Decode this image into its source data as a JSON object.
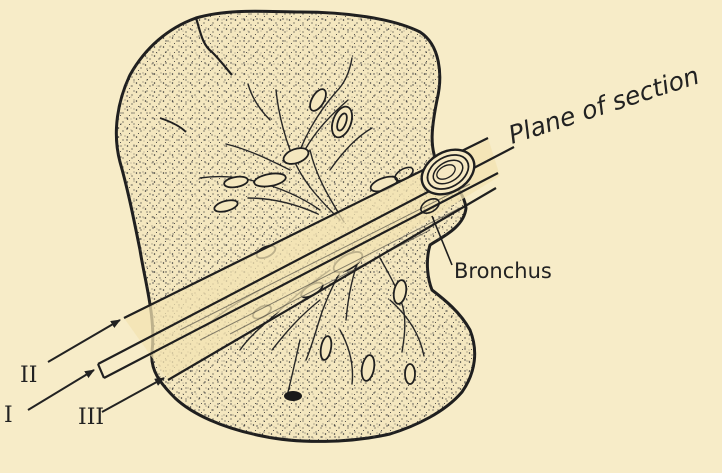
{
  "labels": {
    "plane_of_section": "Plane of section",
    "bronchus": "Bronchus",
    "arrow_1": "I",
    "arrow_2": "II",
    "arrow_3": "III"
  },
  "colors": {
    "background": "#f7ecc8",
    "ink": "#222222"
  }
}
